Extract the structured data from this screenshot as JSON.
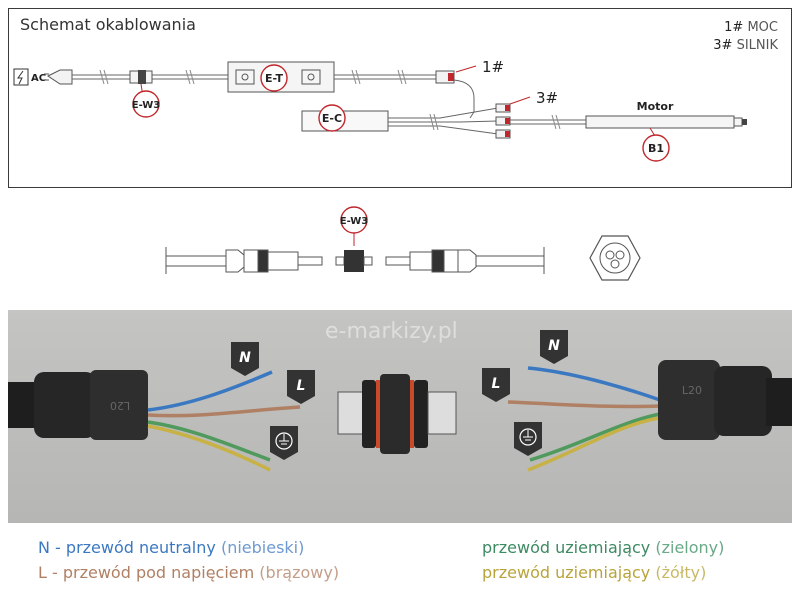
{
  "schema": {
    "title": "Schemat okablowania",
    "legend": [
      {
        "code": "1#",
        "text": "MOC"
      },
      {
        "code": "3#",
        "text": "SILNIK"
      }
    ],
    "ac_label": "AC",
    "components": {
      "ew3": "E-W3",
      "et": "E-T",
      "ec": "E-C",
      "b1": "B1",
      "p1": "1#",
      "p3": "3#",
      "motor": "Motor"
    }
  },
  "connector_detail": {
    "label": "E-W3"
  },
  "photo": {
    "watermark": "e-markizy.pl",
    "labels": {
      "n_left": "N",
      "l_left": "L",
      "n_right": "N",
      "l_right": "L",
      "gland_left": "L20",
      "gland_right": "L20"
    }
  },
  "wire_legend": {
    "neutral": {
      "code": "N - ",
      "name": "przewód neutralny",
      "color_name": "(niebieski)"
    },
    "live": {
      "code": "L - ",
      "name": "przewód pod napięciem",
      "color_name": "(brązowy)"
    },
    "earth_green": {
      "name": "przewód uziemiający",
      "color_name": "(zielony)"
    },
    "earth_yellow": {
      "name": "przewód uziemiający",
      "color_name": "(żółty)"
    }
  },
  "colors": {
    "neutral": "#3a78c2",
    "live": "#b08064",
    "green": "#3d8a62",
    "yellow": "#b8a43a",
    "marker_red": "#c0262b"
  }
}
